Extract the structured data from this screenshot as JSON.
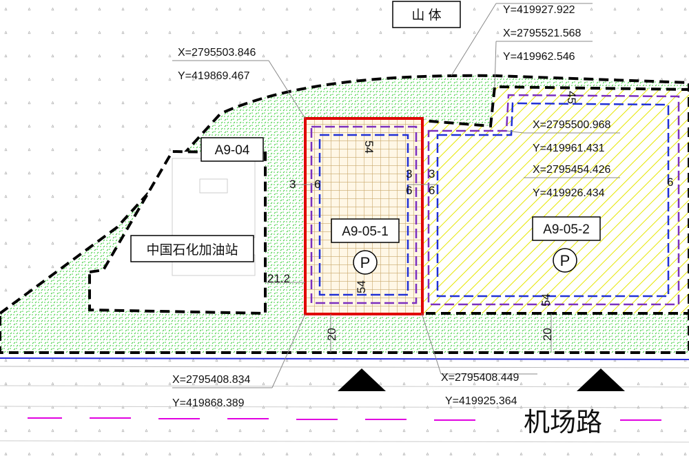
{
  "colors": {
    "green_hatch": "#33cc33",
    "yellow_hatch": "#e6e600",
    "grid_brown": "#c8a76a",
    "red_outline": "#e00000",
    "purple_line": "#7a2fbf",
    "blue_line": "#1f2fd6",
    "boundary": "#000000",
    "road_blue": "#2b2bdf",
    "road_magenta": "#e000e0"
  },
  "labels": {
    "mountain": "山    体",
    "gas_station": "中国石化加油站",
    "plot_a9_04": "A9-04",
    "plot_a9_05_1": "A9-05-1",
    "plot_a9_05_2": "A9-05-2",
    "parking_symbol_1": "P",
    "parking_symbol_2": "P",
    "road_name": "机场路"
  },
  "coordinates": [
    {
      "x": "",
      "y": "Y=419927.922"
    },
    {
      "x": "X=2795521.568",
      "y": "Y=419962.546"
    },
    {
      "x": "X=2795503.846",
      "y": "Y=419869.467"
    },
    {
      "x": "X=2795500.968",
      "y": "Y=419961.431"
    },
    {
      "x": "X=2795454.426",
      "y": "Y=419926.434"
    },
    {
      "x": "X=2795408.834",
      "y": "Y=419868.389"
    },
    {
      "x": "X=2795408.449",
      "y": "Y=419925.364"
    }
  ],
  "dimensions": {
    "left_3": "3",
    "left_6": "6",
    "mid_3": "3",
    "mid_6": "6",
    "mid_3b": "3",
    "mid_6b": "6",
    "right_6": "6",
    "dist_21_2": "21.2",
    "top_54": "54",
    "bottom_54": "54",
    "bottom_54b": "54",
    "top_45": "45",
    "setback_20a": "20",
    "setback_20b": "20"
  },
  "icons": [
    "north-triangle-marker-left",
    "north-triangle-marker-right"
  ]
}
